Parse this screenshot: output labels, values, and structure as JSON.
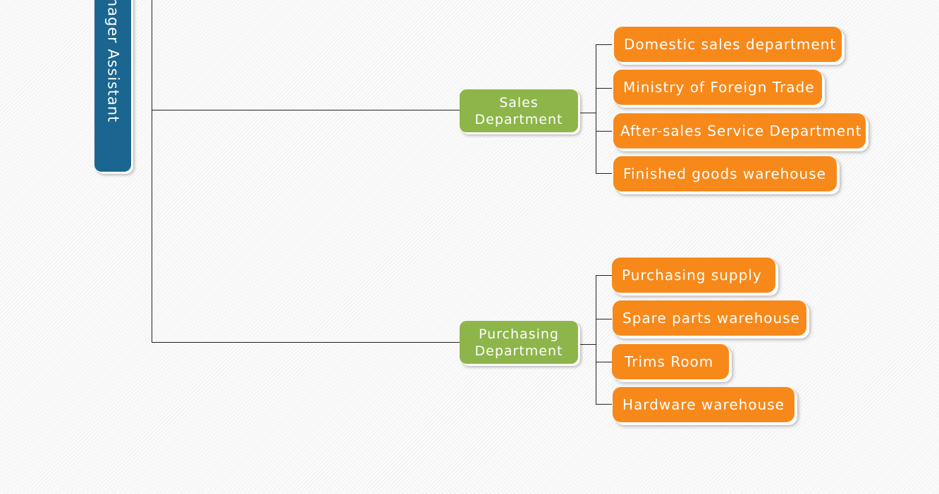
{
  "colors": {
    "manager": "#1a6690",
    "department": "#8db54a",
    "sub_unit": "#f7891a",
    "connector": "#222222"
  },
  "manager": {
    "label": "anager Assistant"
  },
  "sales": {
    "label_line1": "Sales",
    "label_line2": "Department",
    "children": [
      "Domestic sales department",
      "Ministry of Foreign Trade",
      "After-sales Service Department",
      "Finished goods warehouse"
    ]
  },
  "purchasing": {
    "label_line1": "Purchasing",
    "label_line2": "Department",
    "children": [
      "Purchasing supply",
      "Spare parts warehouse",
      "Trims Room",
      "Hardware warehouse"
    ]
  }
}
